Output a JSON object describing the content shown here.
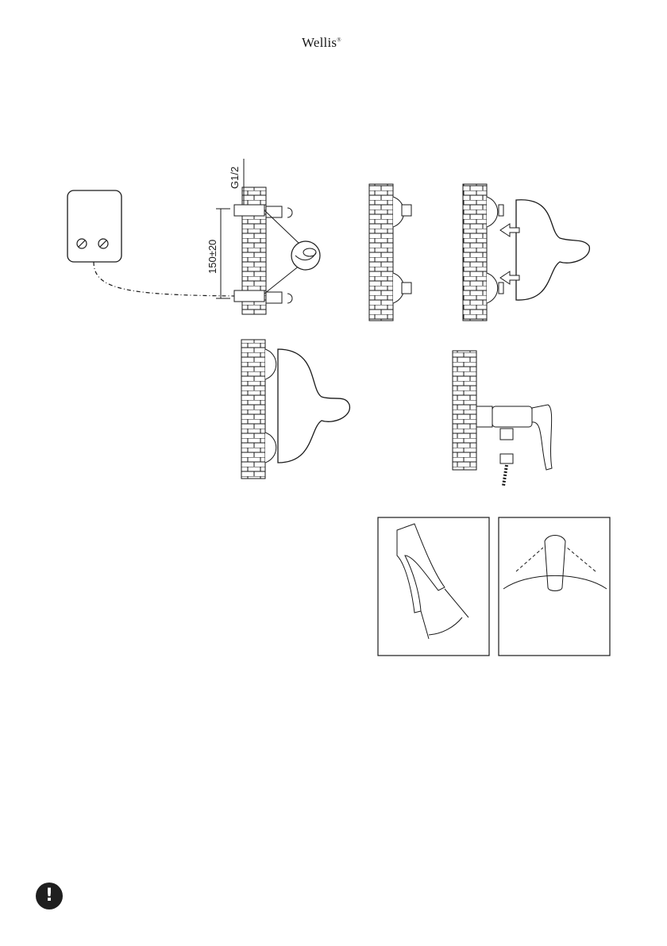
{
  "brand": {
    "logo_text": "Wellis",
    "logo_mark": "®"
  },
  "dimensions": {
    "thread_size": "G1/2",
    "spacing": "150±20"
  },
  "icons": {
    "warning": "exclamation-icon",
    "arrow": "push-arrow-icon",
    "tape": "sealing-tape-icon",
    "rotate": "rotate-arrow-icon"
  },
  "warning_glyph": "!"
}
